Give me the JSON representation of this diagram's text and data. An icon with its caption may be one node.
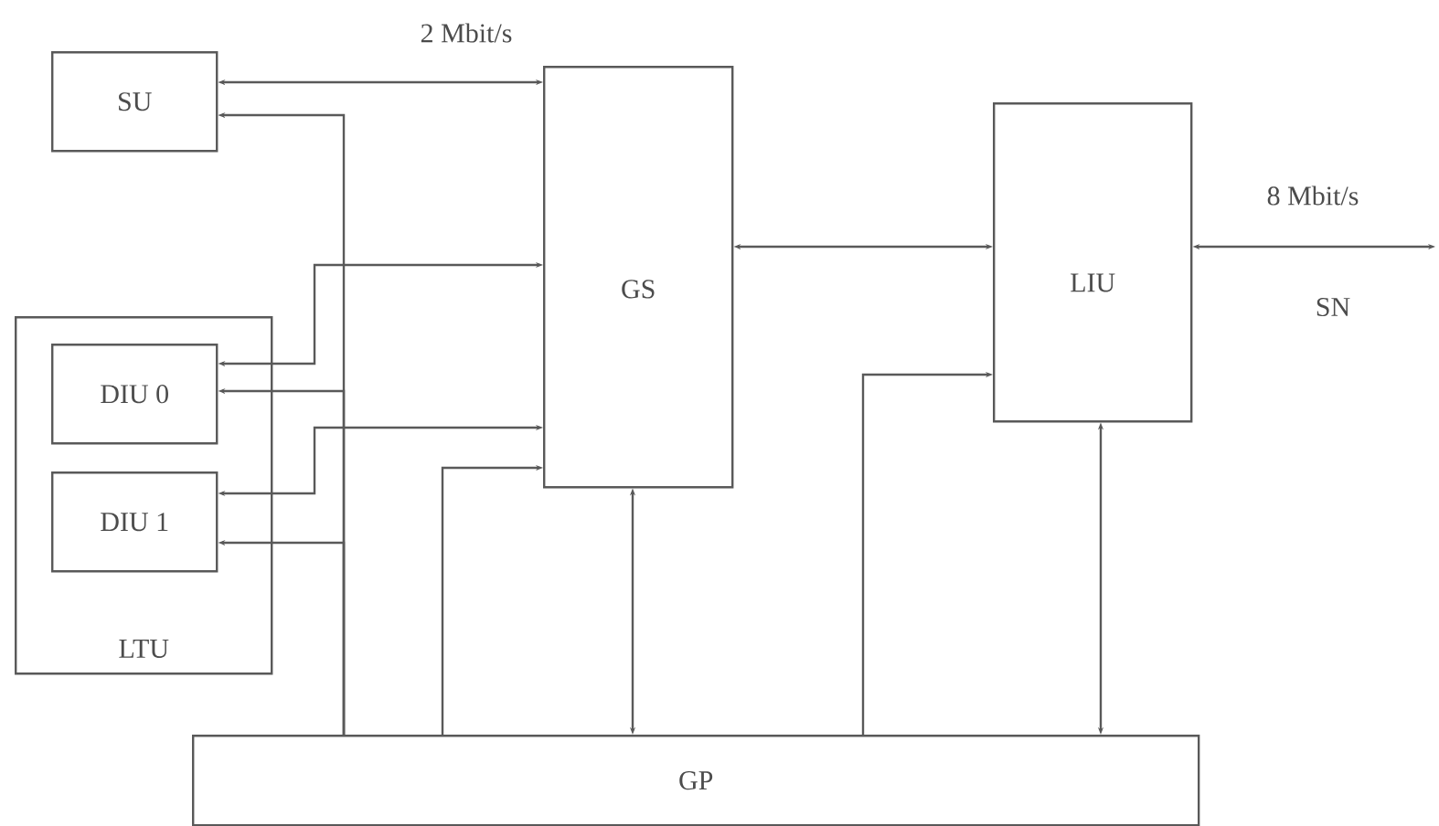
{
  "diagram": {
    "nodes": [
      {
        "text": [
          "SU"
        ]
      },
      {
        "text": [
          "GS"
        ]
      },
      {
        "text": [
          "LIU"
        ]
      },
      {
        "text": [
          "LTU"
        ]
      },
      {
        "text": [
          "DIU 0"
        ],
        "in": 3
      },
      {
        "text": [
          "DIU 1"
        ],
        "in": 3
      },
      {
        "text": [
          "GP"
        ]
      }
    ],
    "edges": [
      {
        "from": 0,
        "to": 1,
        "arrow": "both",
        "label": "2 Mbit/s"
      },
      {
        "from": 6,
        "to": 0,
        "arrow": "to"
      },
      {
        "from": 4,
        "to": 1,
        "arrow": "both"
      },
      {
        "from": 6,
        "to": 4,
        "arrow": "to"
      },
      {
        "from": 5,
        "to": 1,
        "arrow": "both"
      },
      {
        "from": 6,
        "to": 5,
        "arrow": "to"
      },
      {
        "from": 6,
        "to": 1,
        "arrow": "to"
      },
      {
        "from": 1,
        "to": 6,
        "arrow": "both"
      },
      {
        "from": 1,
        "to": 2,
        "arrow": "both"
      },
      {
        "from": 6,
        "to": 2,
        "arrow": "to"
      },
      {
        "from": 2,
        "to": 6,
        "arrow": "both"
      },
      {
        "from": 2,
        "to": null,
        "arrow": "both",
        "label": "8 Mbit/s"
      }
    ],
    "labels": [
      "SN"
    ]
  }
}
